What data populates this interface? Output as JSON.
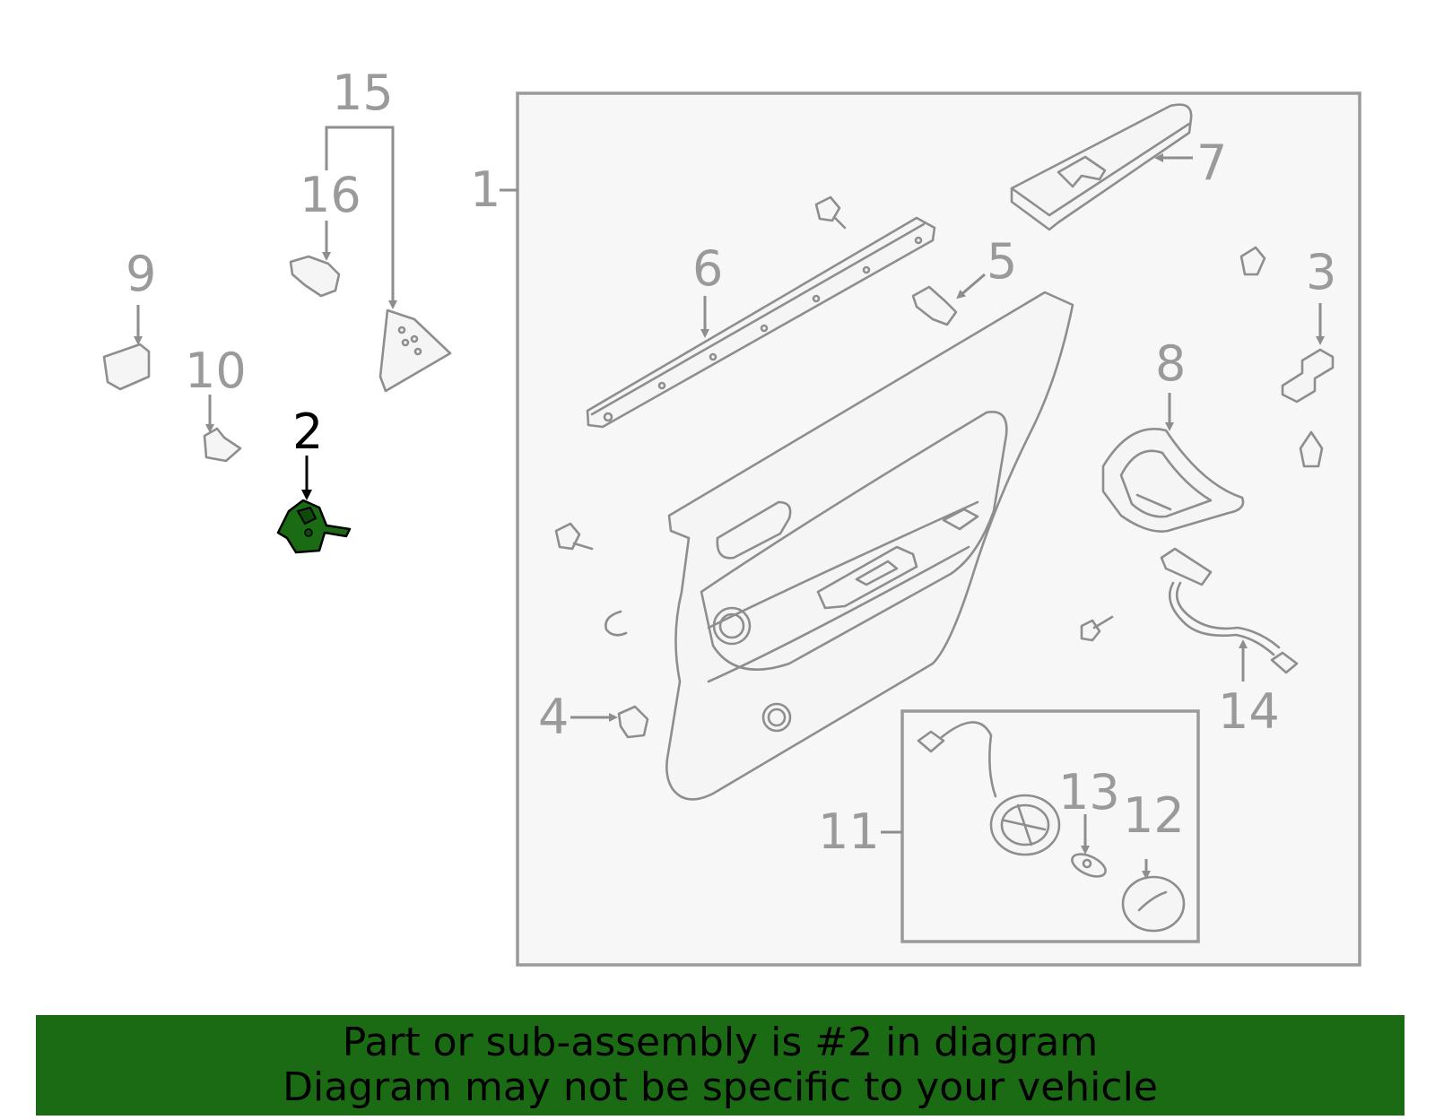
{
  "callouts": {
    "c1": "1",
    "c2": "2",
    "c3": "3",
    "c4": "4",
    "c5": "5",
    "c6": "6",
    "c7": "7",
    "c8": "8",
    "c9": "9",
    "c10": "10",
    "c11": "11",
    "c12": "12",
    "c13": "13",
    "c14": "14",
    "c15": "15",
    "c16": "16"
  },
  "highlighted_part": "2",
  "colors": {
    "highlight": "#1b6b14",
    "line": "#8e8e8e",
    "panel_bg": "#f7f7f7"
  },
  "banner": {
    "line1": "Part or sub-assembly is #2 in diagram",
    "line2": "Diagram may not be specific to your vehicle"
  }
}
